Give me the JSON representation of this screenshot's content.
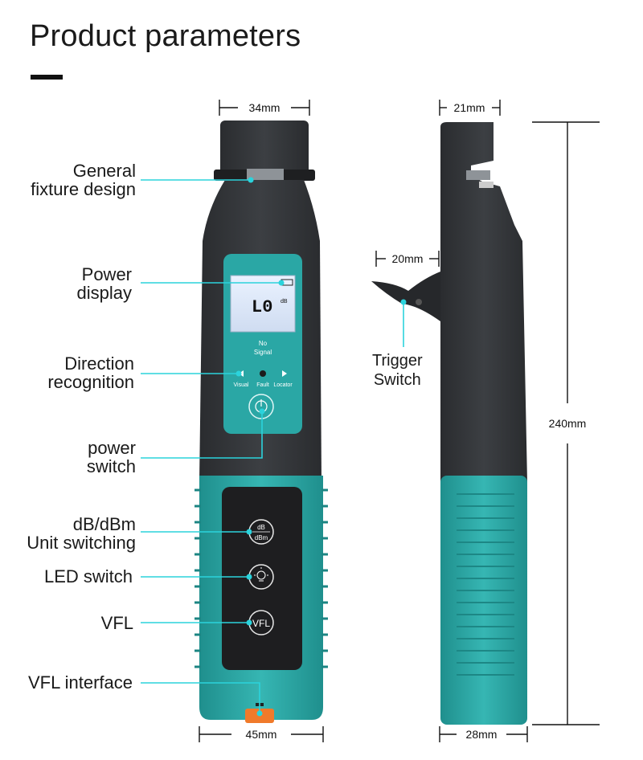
{
  "title": "Product parameters",
  "callouts": {
    "general_fixture": [
      "General",
      "fixture design"
    ],
    "power_display": [
      "Power",
      "display"
    ],
    "direction_recognition": [
      "Direction",
      "recognition"
    ],
    "power_switch": [
      "power",
      "switch"
    ],
    "unit_switching": [
      "dB/dBm",
      "Unit switching"
    ],
    "led_switch": "LED switch",
    "vfl": "VFL",
    "vfl_interface": "VFL interface",
    "trigger_switch": [
      "Trigger",
      "Switch"
    ]
  },
  "dimensions": {
    "front_top_width": "34mm",
    "front_bottom_width": "45mm",
    "side_top_width": "21mm",
    "side_bottom_width": "28mm",
    "trigger_width": "20mm",
    "height": "240mm"
  },
  "display": {
    "reading": "L0",
    "unit": "dB",
    "status_line1": "No",
    "status_line2": "Signal",
    "indicators": [
      "Visual",
      "Fault",
      "Locator"
    ]
  },
  "buttons": {
    "unit_top": "dB",
    "unit_bottom": "dBm",
    "vfl": "VFL"
  },
  "colors": {
    "teal": "#2aa7a5",
    "body": "#33363a",
    "callout_line": "#2bd3dc",
    "port": "#f07a2a"
  }
}
